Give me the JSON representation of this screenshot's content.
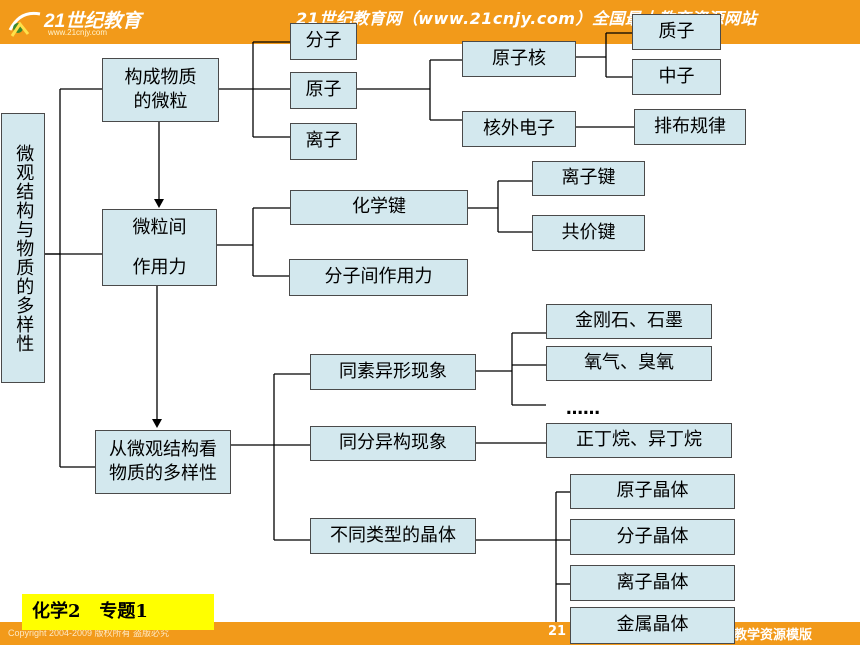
{
  "header": {
    "logo_text": "21世纪教育",
    "logo_url": "www.21cnjy.com",
    "slogan": "21世纪教育网（www.21cnjy.com）全国最大教育资源网站",
    "colors": {
      "bar": "#f29a1a",
      "box": "#d3e8ee",
      "badge": "#ffff00"
    }
  },
  "footer": {
    "copyright": "Copyright 2004-2009 版权所有 盗版必究",
    "left_fragment": "21",
    "right": "教学资源模版",
    "subject": "化学2   专题1"
  },
  "diagram": {
    "root": "微观结构与物质的多样性",
    "level1": {
      "particles": "构成物质\n的微粒",
      "interaction": "微粒间\n作用力",
      "diversity": "从微观结构看\n物质的多样性"
    },
    "particles_children": {
      "molecule": "分子",
      "atom": "原子",
      "ion": "离子"
    },
    "atom_children": {
      "nucleus": "原子核",
      "electron": "核外电子"
    },
    "nucleus_children": {
      "proton": "质子",
      "neutron": "中子"
    },
    "electron_children": {
      "rule": "排布规律"
    },
    "interaction_children": {
      "chemical_bond": "化学键",
      "intermolecular": "分子间作用力"
    },
    "bond_children": {
      "ionic": "离子键",
      "covalent": "共价键"
    },
    "diversity_children": {
      "allotropy": "同素异形现象",
      "isomerism": "同分异构现象",
      "crystal": "不同类型的晶体"
    },
    "allotropy_children": {
      "a1": "金刚石、石墨",
      "a2": "氧气、臭氧",
      "more": "……"
    },
    "isomerism_children": {
      "i1": "正丁烷、异丁烷"
    },
    "crystal_children": {
      "c1": "原子晶体",
      "c2": "分子晶体",
      "c3": "离子晶体",
      "c4": "金属晶体"
    }
  }
}
